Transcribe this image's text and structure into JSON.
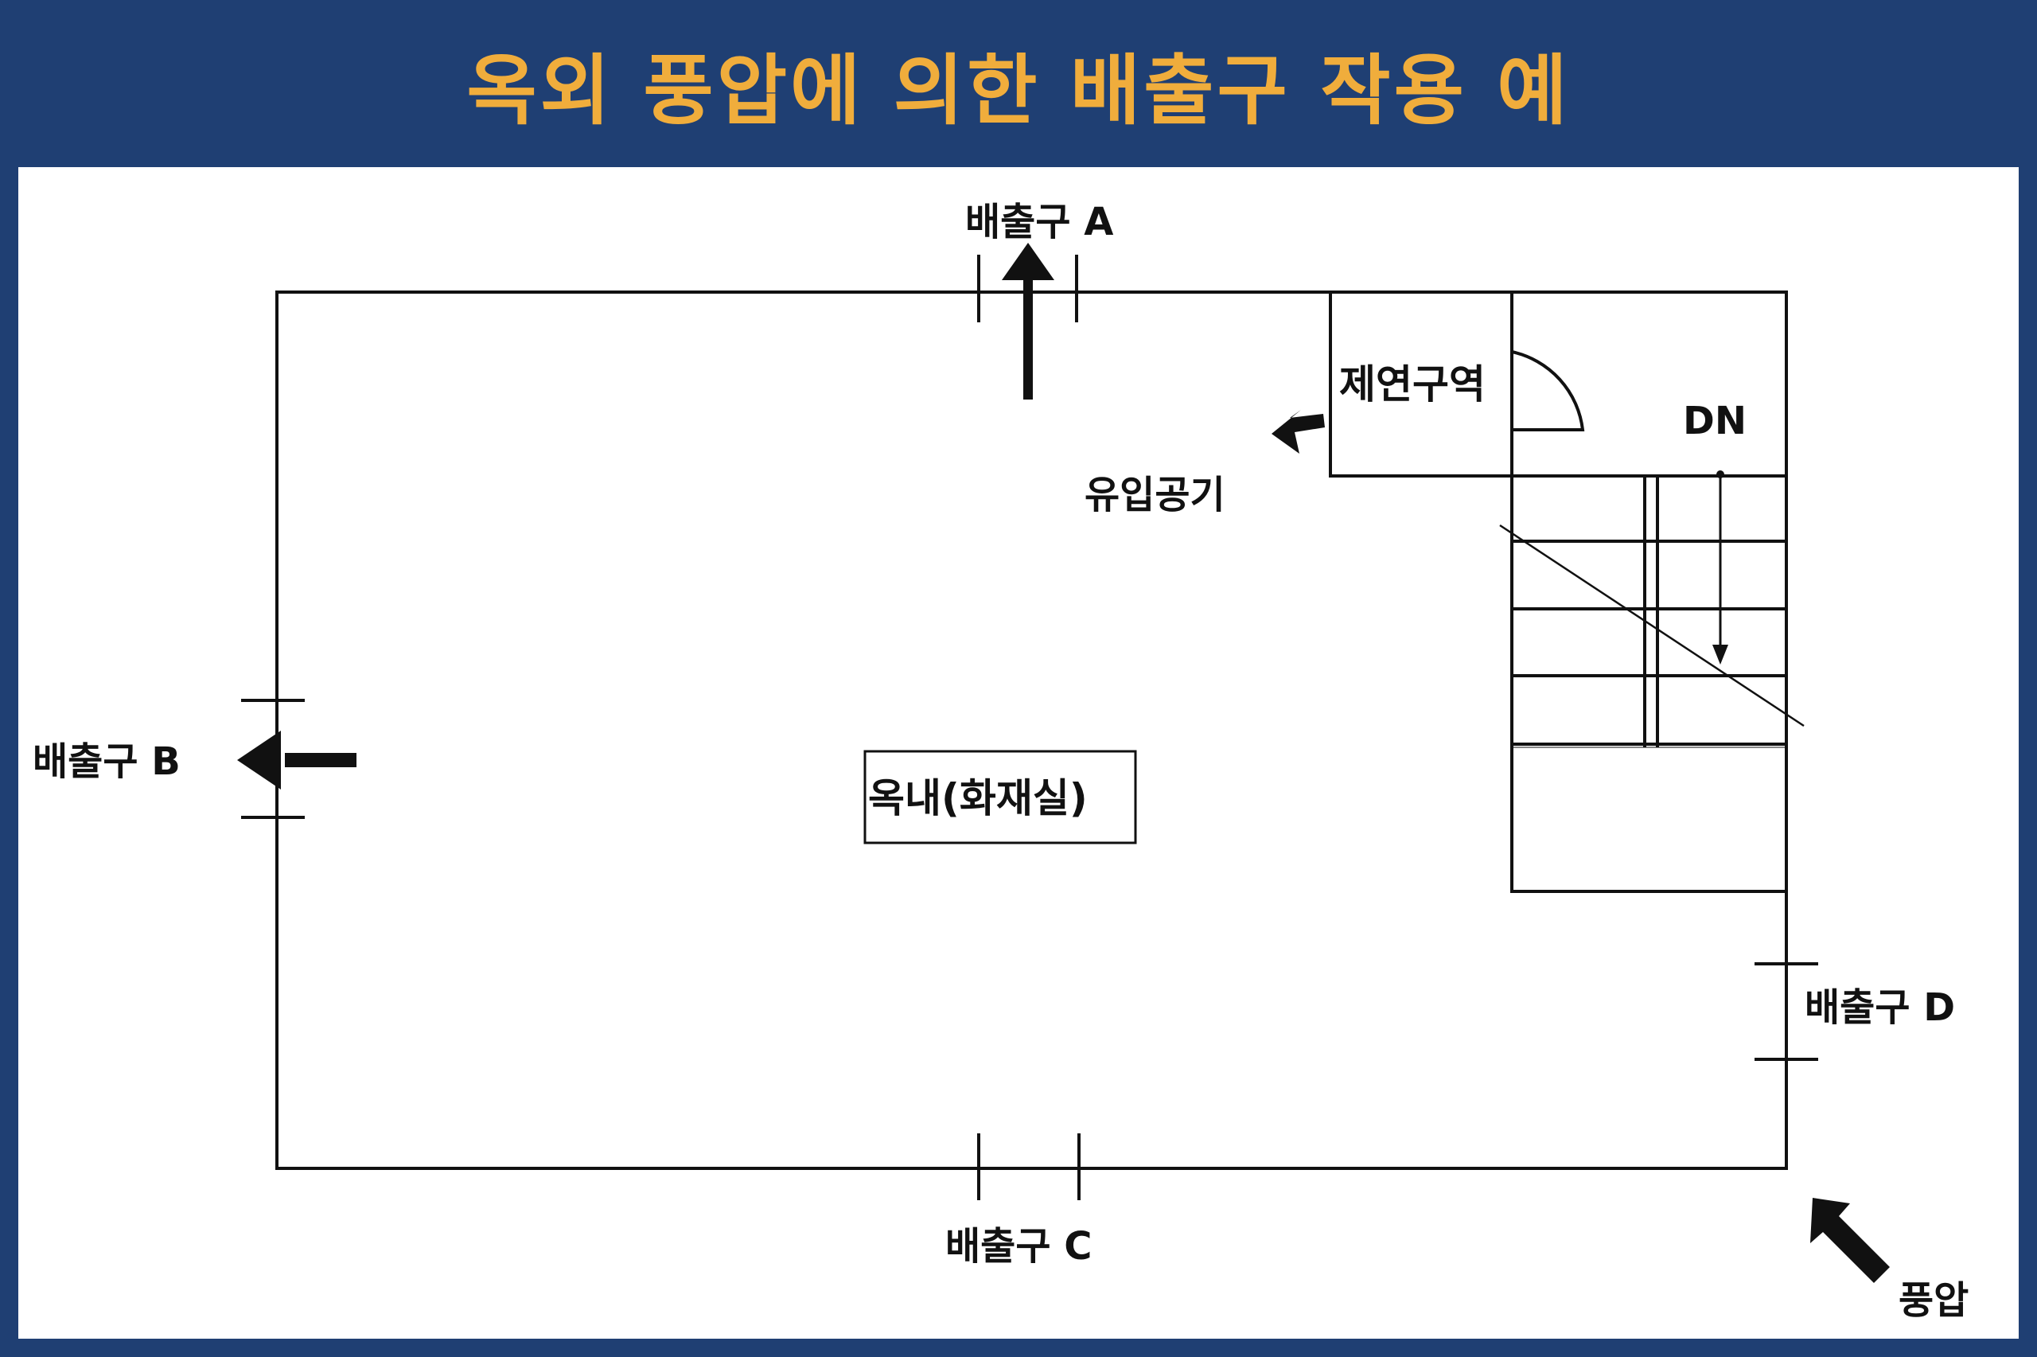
{
  "title": "옥외 풍압에 의한 배출구 작용 예",
  "labels": {
    "outlet_a": "배출구 A",
    "outlet_b": "배출구 B",
    "outlet_c": "배출구 C",
    "outlet_d": "배출구 D",
    "smoke_zone": "제연구역",
    "inflow_air": "유입공기",
    "dn": "DN",
    "room": "옥내(화재실)",
    "wind": "풍압"
  },
  "colors": {
    "background": "#1f3f73",
    "title": "#f0ad3c",
    "panel": "#ffffff",
    "ink": "#111111"
  }
}
